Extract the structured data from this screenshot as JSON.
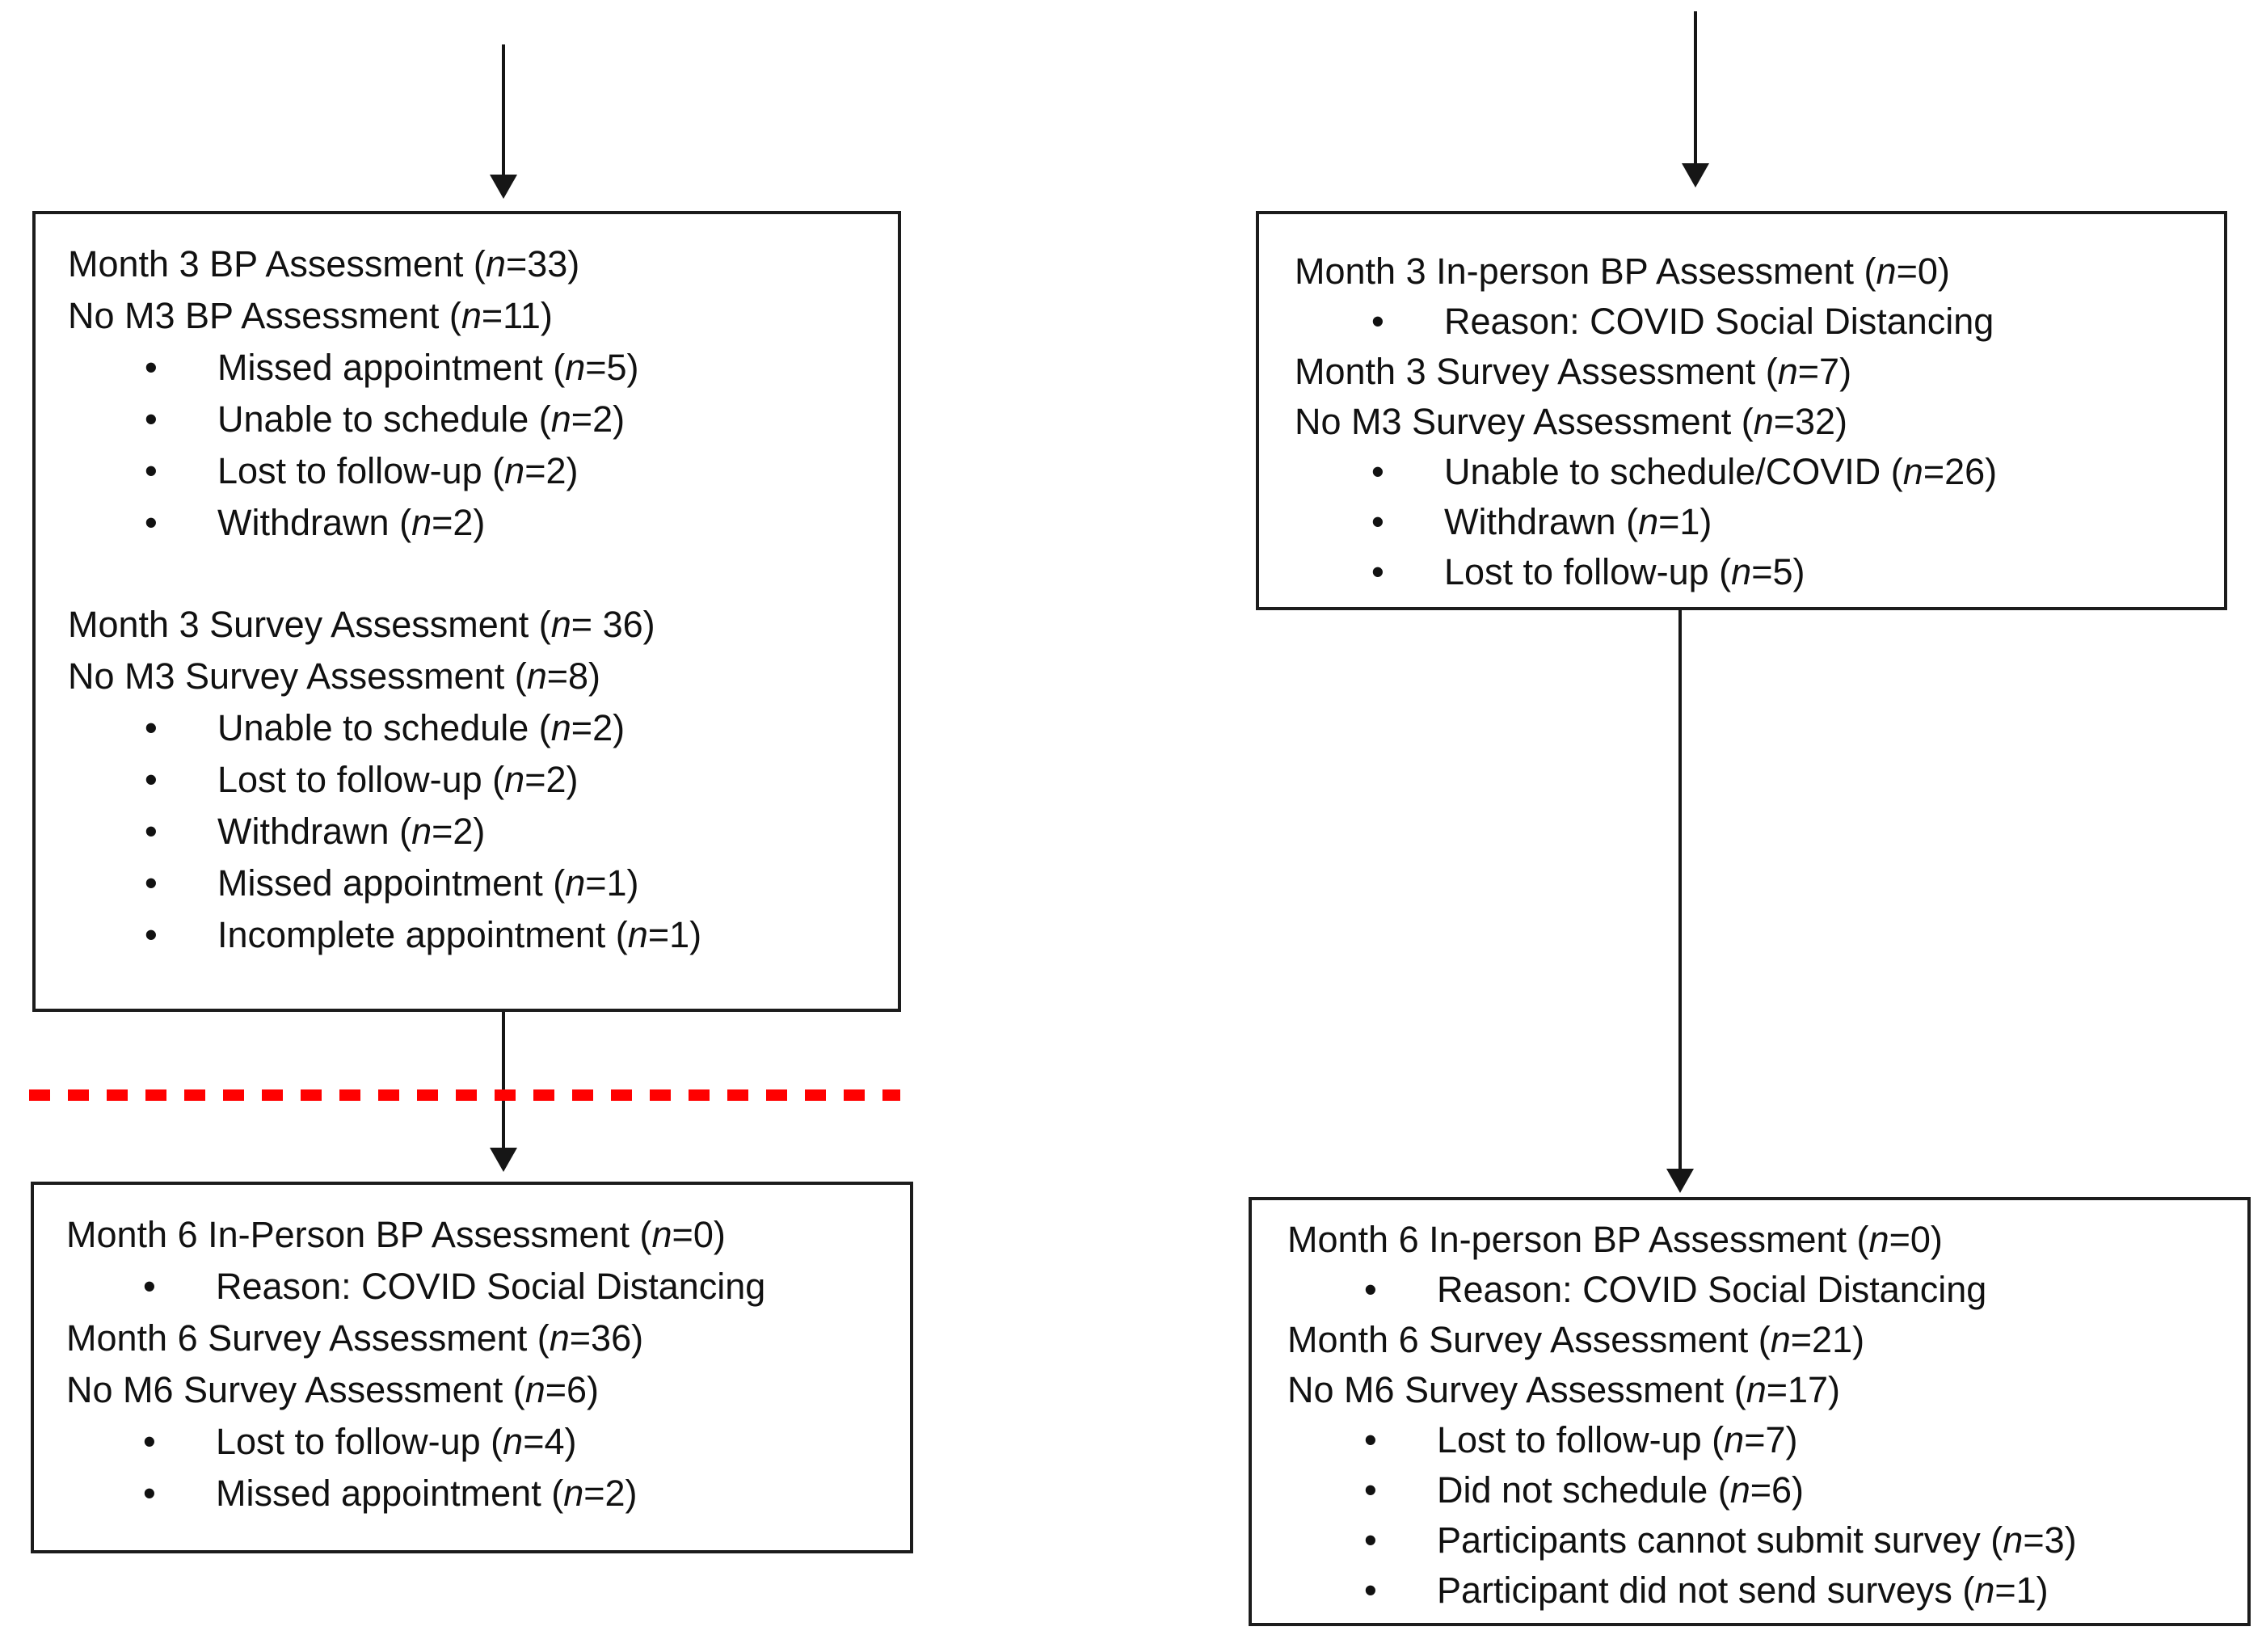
{
  "figure": {
    "type": "study-flow-diagram",
    "bullet_glyph": "•",
    "colors": {
      "divider_red": "#FF0000",
      "box_border": "#1C1C1C",
      "arrow_black": "#161616",
      "text": "#111111"
    },
    "boxes": {
      "top_left": {
        "lines": [
          {
            "text": "Month 3 BP Assessment (n=33)",
            "bullet": false
          },
          {
            "text": "No M3 BP Assessment (n=11)",
            "bullet": false
          },
          {
            "text": "Missed appointment (n=5)",
            "bullet": true
          },
          {
            "text": "Unable to schedule (n=2)",
            "bullet": true
          },
          {
            "text": "Lost to follow-up (n=2)",
            "bullet": true
          },
          {
            "text": "Withdrawn (n=2)",
            "bullet": true
          },
          {
            "text": "Month 3 Survey Assessment (n= 36)",
            "bullet": false,
            "gap_before": true
          },
          {
            "text": "No M3 Survey Assessment (n=8)",
            "bullet": false
          },
          {
            "text": "Unable to schedule (n=2)",
            "bullet": true
          },
          {
            "text": "Lost to follow-up (n=2)",
            "bullet": true
          },
          {
            "text": "Withdrawn (n=2)",
            "bullet": true
          },
          {
            "text": "Missed appointment (n=1)",
            "bullet": true
          },
          {
            "text": "Incomplete appointment (n=1)",
            "bullet": true
          }
        ]
      },
      "top_right": {
        "lines": [
          {
            "text": "Month 3 In-person BP Assessment (n=0)",
            "bullet": false
          },
          {
            "text": "Reason: COVID Social Distancing",
            "bullet": true
          },
          {
            "text": "Month 3 Survey Assessment (n=7)",
            "bullet": false
          },
          {
            "text": "No M3 Survey Assessment (n=32)",
            "bullet": false
          },
          {
            "text": "Unable to schedule/COVID (n=26)",
            "bullet": true
          },
          {
            "text": "Withdrawn (n=1)",
            "bullet": true
          },
          {
            "text": "Lost to follow-up (n=5)",
            "bullet": true
          }
        ]
      },
      "bottom_left": {
        "lines": [
          {
            "text": "Month 6 In-Person BP Assessment (n=0)",
            "bullet": false
          },
          {
            "text": "Reason: COVID Social Distancing",
            "bullet": true
          },
          {
            "text": "Month 6 Survey Assessment (n=36)",
            "bullet": false
          },
          {
            "text": "No M6 Survey Assessment (n=6)",
            "bullet": false
          },
          {
            "text": "Lost to follow-up (n=4)",
            "bullet": true
          },
          {
            "text": "Missed appointment (n=2)",
            "bullet": true
          }
        ]
      },
      "bottom_right": {
        "lines": [
          {
            "text": "Month 6 In-person BP Assessment (n=0)",
            "bullet": false
          },
          {
            "text": "Reason: COVID Social Distancing",
            "bullet": true
          },
          {
            "text": "Month 6 Survey Assessment (n=21)",
            "bullet": false
          },
          {
            "text": "No M6 Survey Assessment (n=17)",
            "bullet": false
          },
          {
            "text": "Lost to follow-up (n=7)",
            "bullet": true
          },
          {
            "text": "Did not schedule (n=6)",
            "bullet": true
          },
          {
            "text": "Participants cannot submit survey (n=3)",
            "bullet": true
          },
          {
            "text": "Participant did not send surveys (n=1)",
            "bullet": true
          }
        ]
      }
    }
  }
}
